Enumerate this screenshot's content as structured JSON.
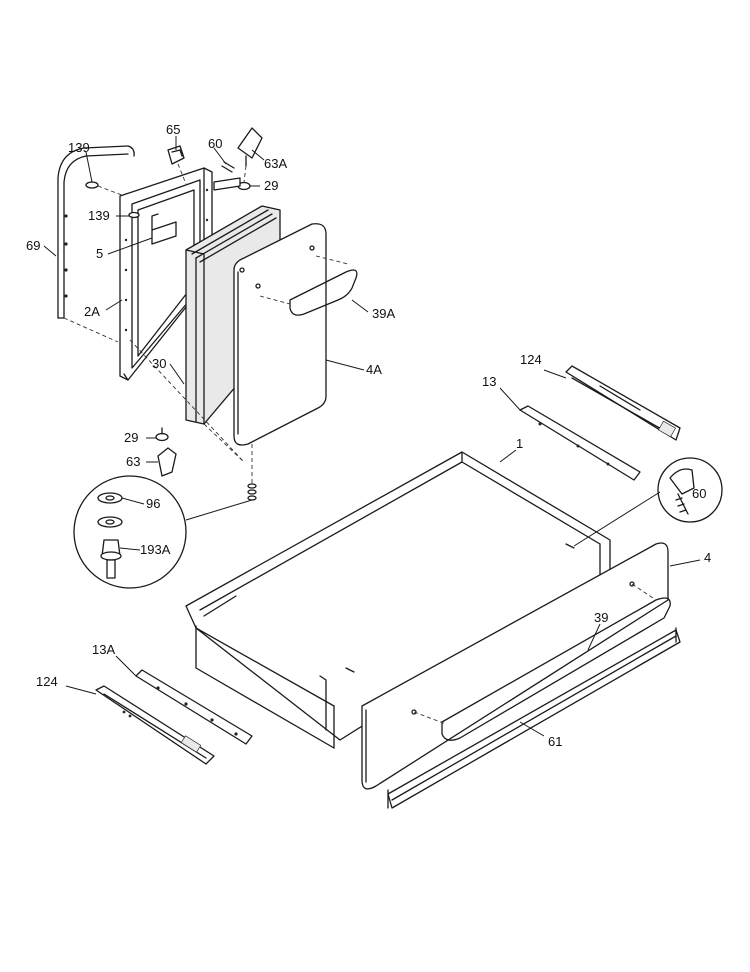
{
  "callouts": [
    {
      "id": "c65",
      "text": "65"
    },
    {
      "id": "c139a",
      "text": "139"
    },
    {
      "id": "c60a",
      "text": "60"
    },
    {
      "id": "c63A",
      "text": "63A"
    },
    {
      "id": "c29a",
      "text": "29"
    },
    {
      "id": "c139b",
      "text": "139"
    },
    {
      "id": "c5",
      "text": "5"
    },
    {
      "id": "c69",
      "text": "69"
    },
    {
      "id": "c2A",
      "text": "2A"
    },
    {
      "id": "c39A",
      "text": "39A"
    },
    {
      "id": "c4A",
      "text": "4A"
    },
    {
      "id": "c30",
      "text": "30"
    },
    {
      "id": "c124a",
      "text": "124"
    },
    {
      "id": "c13",
      "text": "13"
    },
    {
      "id": "c1",
      "text": "1"
    },
    {
      "id": "c29b",
      "text": "29"
    },
    {
      "id": "c63",
      "text": "63"
    },
    {
      "id": "c96",
      "text": "96"
    },
    {
      "id": "c193A",
      "text": "193A"
    },
    {
      "id": "c60b",
      "text": "60"
    },
    {
      "id": "c4",
      "text": "4"
    },
    {
      "id": "c39",
      "text": "39"
    },
    {
      "id": "c13A",
      "text": "13A"
    },
    {
      "id": "c124b",
      "text": "124"
    },
    {
      "id": "c61",
      "text": "61"
    }
  ]
}
